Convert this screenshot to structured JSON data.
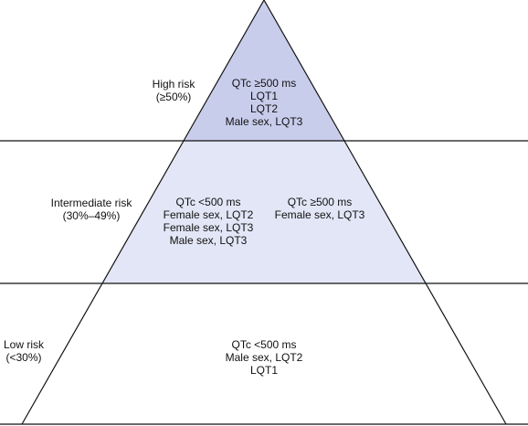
{
  "colors": {
    "line": "#111111",
    "high_fill": "#c9cdec",
    "intermediate_fill": "#e3e6f6",
    "low_fill": "#ffffff"
  },
  "tiers": {
    "high": {
      "label": [
        "High risk",
        "(≥50%)"
      ],
      "content": [
        "QTc ≥500 ms",
        "LQT1",
        "LQT2",
        "Male sex, LQT3"
      ]
    },
    "intermediate": {
      "label": [
        "Intermediate risk",
        "(30%–49%)"
      ],
      "content_left": [
        "QTc <500 ms",
        "Female sex, LQT2",
        "Female sex, LQT3",
        "Male sex, LQT3"
      ],
      "content_right": [
        "QTc ≥500 ms",
        "Female sex, LQT3"
      ]
    },
    "low": {
      "label": [
        "Low risk",
        "(<30%)"
      ],
      "content": [
        "QTc <500 ms",
        "Male sex, LQT2",
        "LQT1"
      ]
    }
  }
}
